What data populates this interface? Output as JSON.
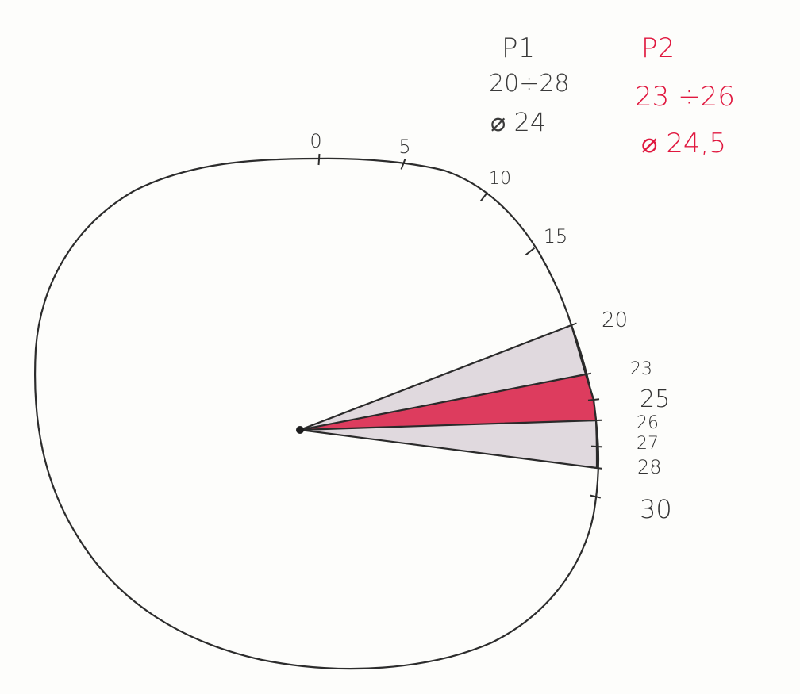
{
  "diagram": {
    "dial": {
      "scale_labels": [
        {
          "value": 0,
          "label": "0"
        },
        {
          "value": 5,
          "label": "5"
        },
        {
          "value": 10,
          "label": "10"
        },
        {
          "value": 15,
          "label": "15"
        },
        {
          "value": 20,
          "label": "20"
        },
        {
          "value": 23,
          "label": "23"
        },
        {
          "value": 25,
          "label": "25"
        },
        {
          "value": 26,
          "label": "26"
        },
        {
          "value": 27,
          "label": "27"
        },
        {
          "value": 28,
          "label": "28"
        },
        {
          "value": 30,
          "label": "30"
        }
      ]
    },
    "sectors": [
      {
        "id": "p1",
        "from": 20,
        "to": 28,
        "color": "#c9bcc6",
        "stroke": "#2a2a2a"
      },
      {
        "id": "p2",
        "from": 23,
        "to": 26,
        "color": "#dd2a50",
        "stroke": "#2a2a2a"
      }
    ],
    "annotations": {
      "p1": {
        "name": "P1",
        "range": "20÷28",
        "mean": "⌀ 24",
        "color": "#3a3a3a"
      },
      "p2": {
        "name": "P2",
        "range": "23 ÷26",
        "mean": "⌀ 24,5",
        "color": "#e0183f"
      }
    }
  }
}
